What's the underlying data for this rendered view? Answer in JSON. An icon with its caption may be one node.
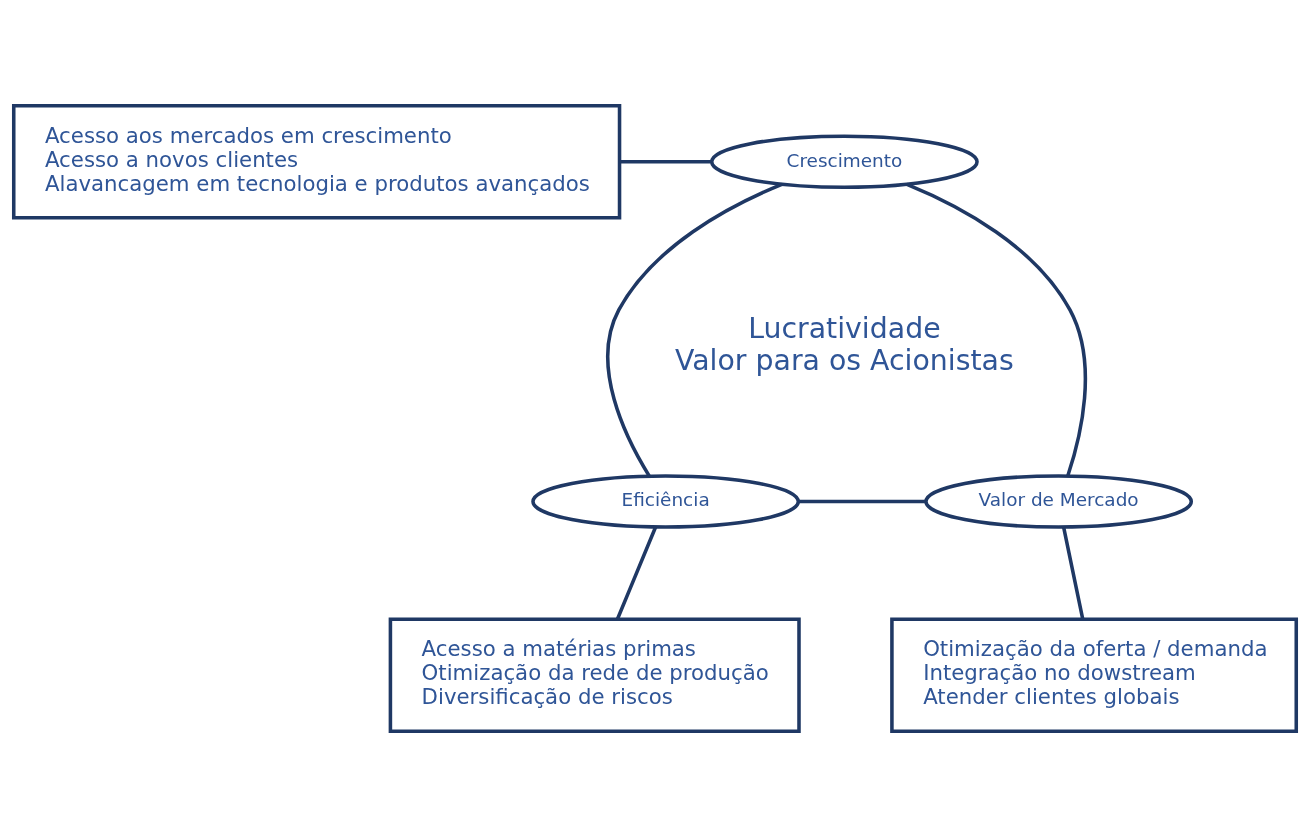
{
  "diagram": {
    "nodes": [
      {
        "text": [
          "Crescimento"
        ]
      },
      {
        "text": [
          "Eficiência"
        ]
      },
      {
        "text": [
          "Valor de Mercado"
        ]
      },
      {
        "text": [
          "Acesso aos mercados em crescimento",
          "Acesso a novos clientes",
          "Alavancagem em tecnologia e produtos avançados"
        ]
      },
      {
        "text": [
          "Acesso a matérias primas",
          "Otimização da rede de produção",
          "Diversificação de riscos"
        ]
      },
      {
        "text": [
          "Otimização da oferta / demanda",
          "Integração no dowstream",
          "Atender clientes globais"
        ]
      }
    ],
    "edges": [
      {
        "from": 0,
        "to": 1,
        "arrow": "none"
      },
      {
        "from": 0,
        "to": 2,
        "arrow": "none"
      },
      {
        "from": 1,
        "to": 2,
        "arrow": "none"
      },
      {
        "from": 3,
        "to": 0,
        "arrow": "none"
      },
      {
        "from": 1,
        "to": 4,
        "arrow": "none"
      },
      {
        "from": 2,
        "to": 5,
        "arrow": "none"
      }
    ],
    "labels": [
      "Lucratividade",
      "Valor para os Acionistas"
    ]
  }
}
